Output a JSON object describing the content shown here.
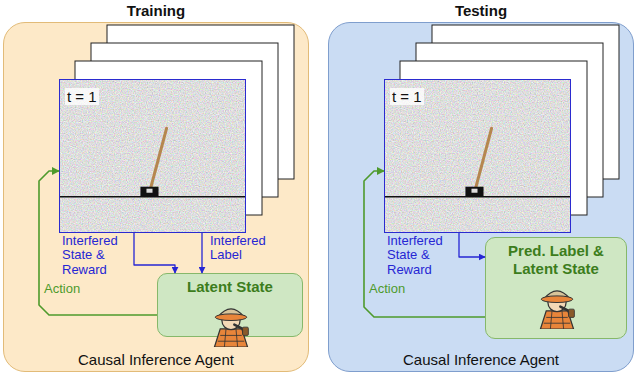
{
  "diagram": {
    "nodes": [
      {
        "text": [
          "Training",
          "Causal Inference Agent"
        ]
      },
      {
        "text": [
          "t = 1"
        ],
        "in": 0
      },
      {
        "text": [
          "Latent State"
        ],
        "in": 0
      },
      {
        "text": [
          "Testing",
          "Causal Inference Agent"
        ]
      },
      {
        "text": [
          "t = 1"
        ],
        "in": 3
      },
      {
        "text": [
          "Pred. Label & Latent State"
        ],
        "in": 3
      }
    ],
    "edges": [
      {
        "from": 1,
        "to": 2,
        "arrow": "to",
        "label": "Interfered State & Reward"
      },
      {
        "from": 1,
        "to": 2,
        "arrow": "to",
        "label": "Interfered Label"
      },
      {
        "from": 2,
        "to": 1,
        "arrow": "to",
        "label": "Action"
      },
      {
        "from": 4,
        "to": 5,
        "arrow": "to",
        "label": "Interfered State & Reward"
      },
      {
        "from": 5,
        "to": 4,
        "arrow": "to",
        "label": "Action"
      }
    ]
  }
}
